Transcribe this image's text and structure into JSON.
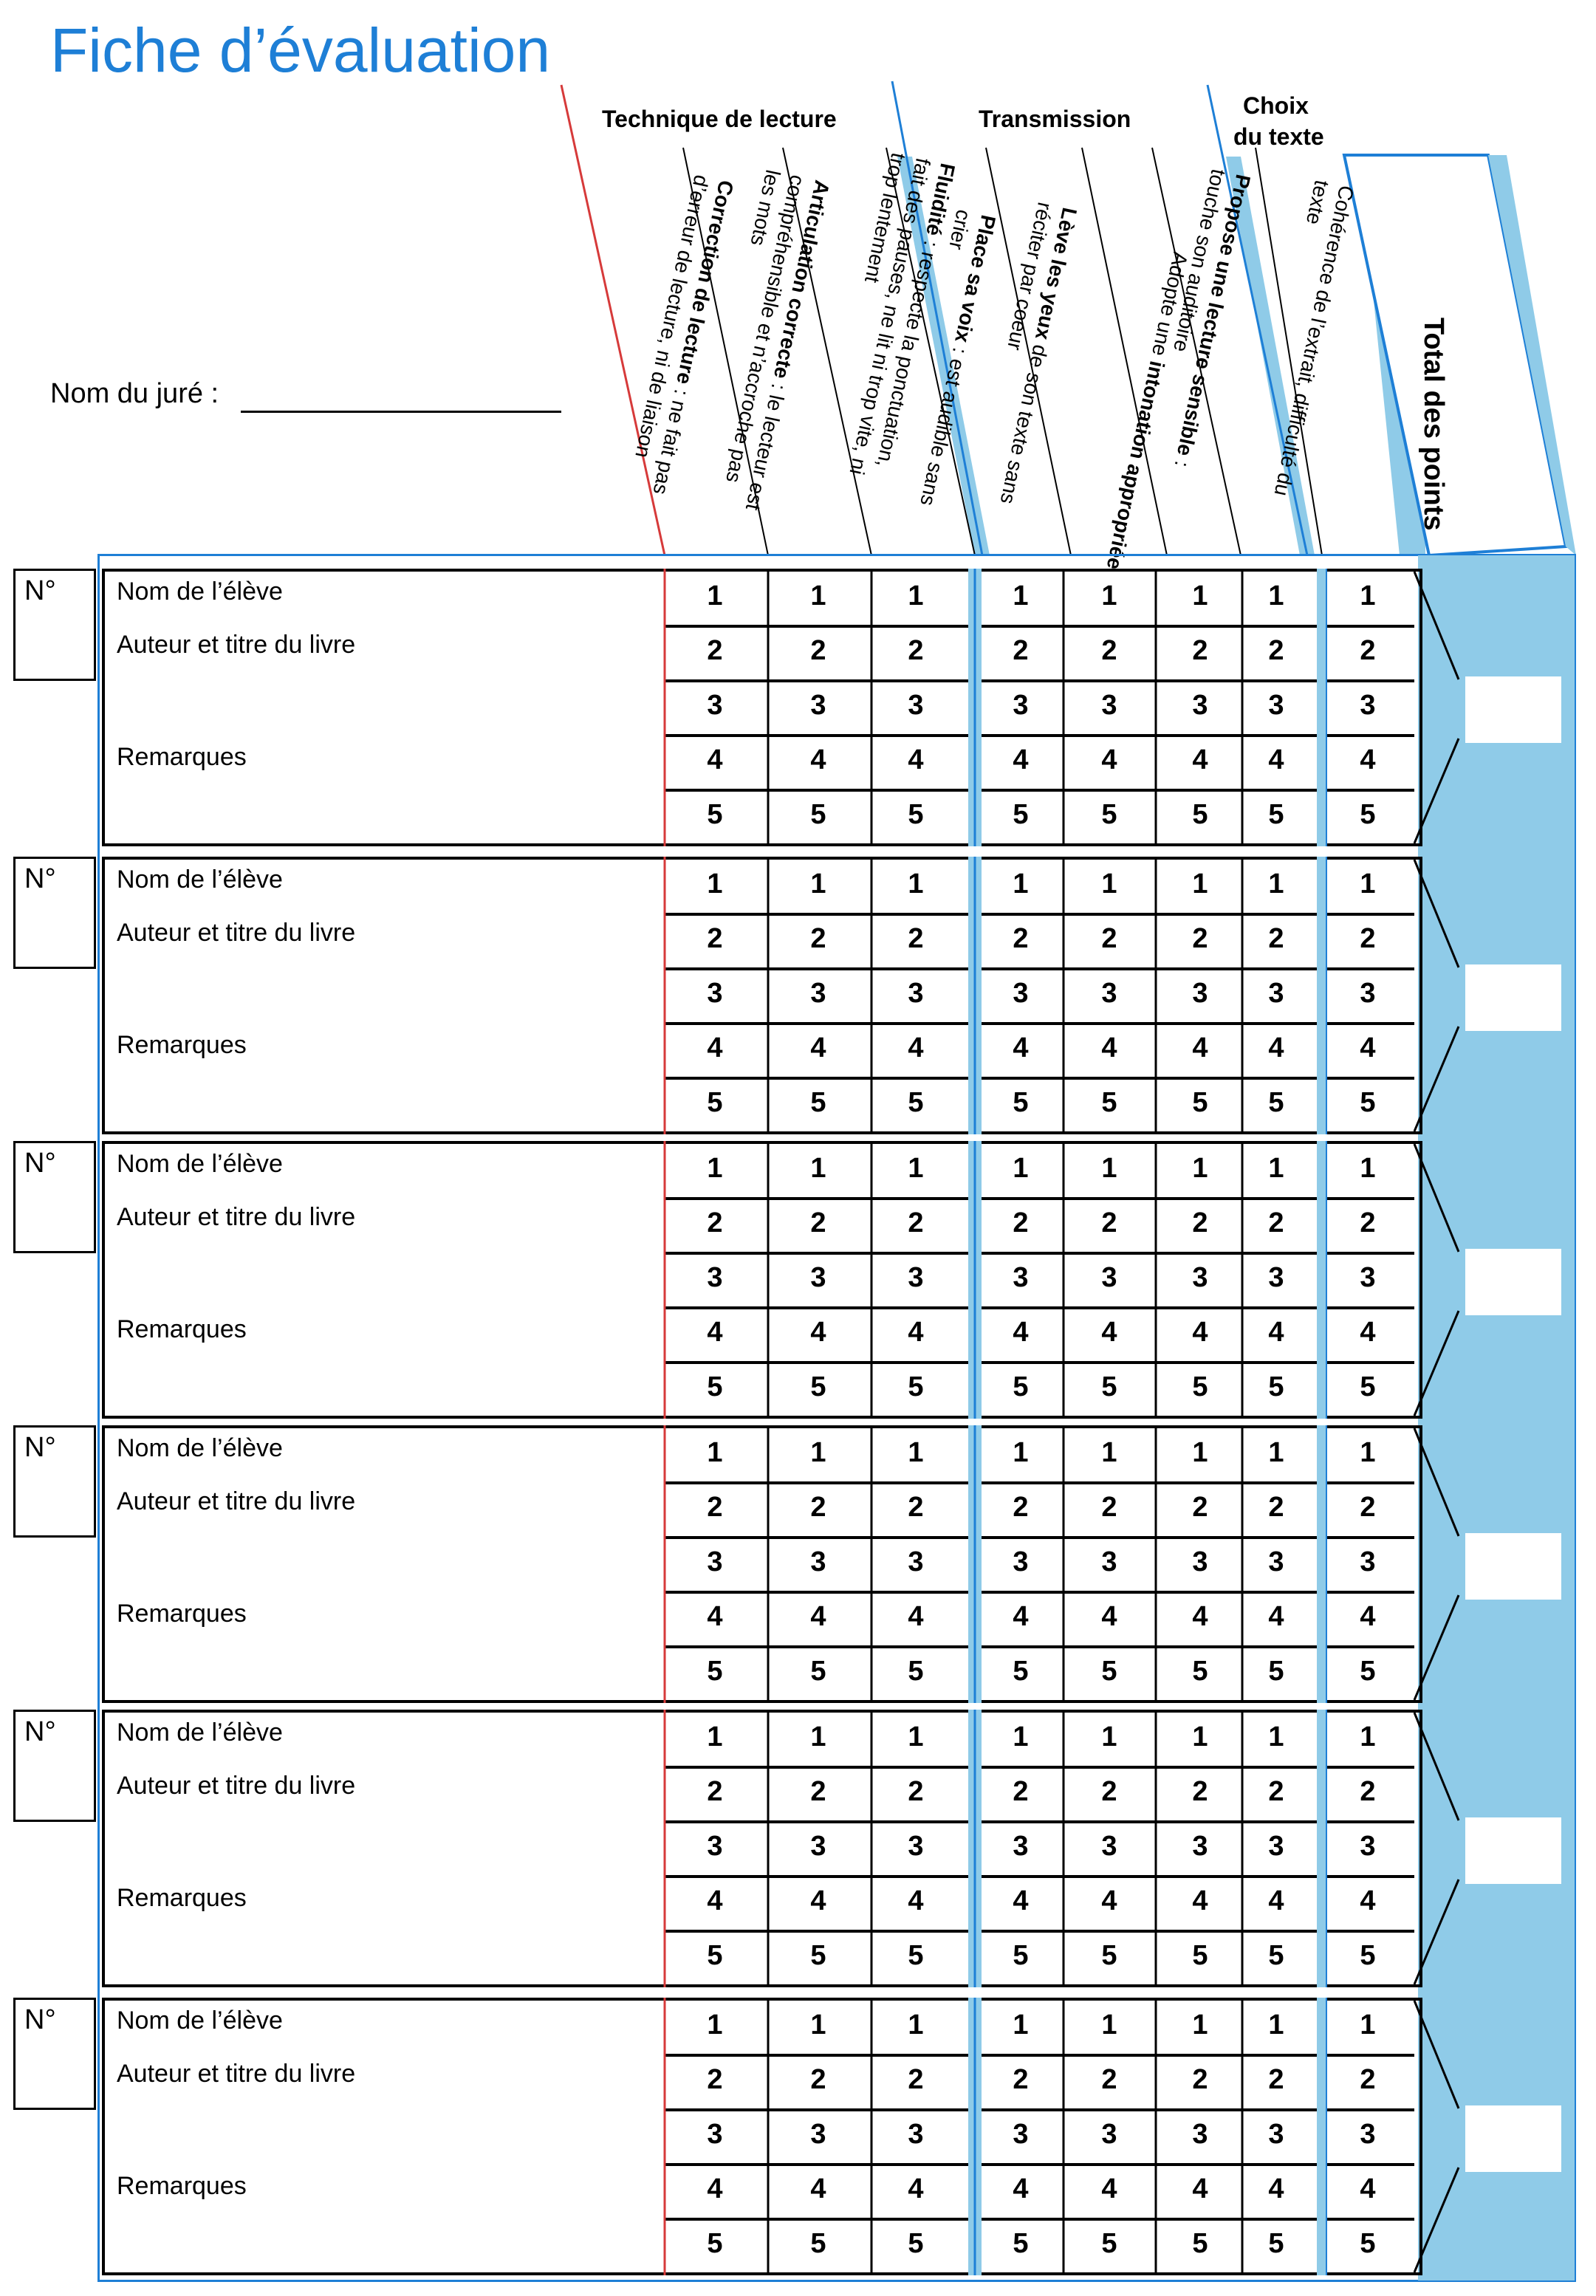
{
  "header": {
    "title": "Fiche d’évaluation",
    "jury_label": "Nom du juré :"
  },
  "groups": {
    "technique": "Technique de lecture",
    "transmission": "Transmission",
    "choix_line1": "Choix",
    "choix_line2": "du texte"
  },
  "criteria": [
    {
      "bold": "Correction de lecture",
      "rest": " : ne fait pas d’erreur de lecture, ni de liaison"
    },
    {
      "bold": "Articulation correcte",
      "rest": " : le lecteur est compréhensible et n’accroche pas les mots"
    },
    {
      "bold": "Fluidité",
      "rest": " : respecte la ponctuation, fait des pauses, ne lit ni trop vite, ni trop lentement"
    },
    {
      "bold": "Place sa voix",
      "rest": " : est audible sans crier"
    },
    {
      "bold": "Lève les yeux",
      "rest": " de son texte sans réciter par coeur"
    },
    {
      "bold": "",
      "rest": "Adopte une ",
      "bold2": "intonation appropriée"
    },
    {
      "bold": "Propose une lecture sensible",
      "rest": " : touche son auditoire"
    },
    {
      "bold": "",
      "rest": "Cohérence de l’extrait, difficulté du texte"
    }
  ],
  "total_label": "Total des points",
  "row_labels": {
    "number": "N°",
    "student": "Nom de l’élève",
    "book": "Auteur et titre du livre",
    "remarks": "Remarques"
  },
  "scores": [
    "1",
    "2",
    "3",
    "4",
    "5"
  ],
  "row_count": 6,
  "colors": {
    "title_blue": "#1e7fd6",
    "light_blue": "#8fcbe8",
    "divider_red": "#d63a3a",
    "divider_blue": "#1e7fd6"
  }
}
